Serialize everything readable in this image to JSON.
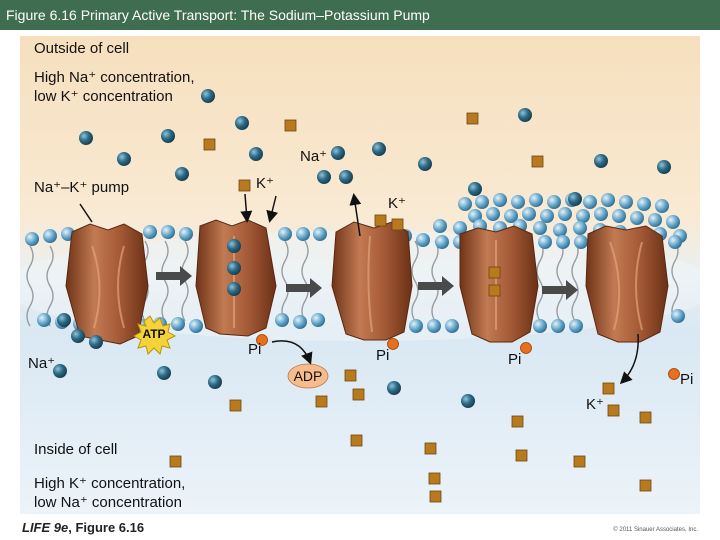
{
  "header": {
    "title": "Figure 6.16 Primary Active Transport: The Sodium–Potassium Pump"
  },
  "labels": {
    "outside_cell": "Outside of cell",
    "outside_line1": "High Na⁺ concentration,",
    "outside_line2": "low K⁺ concentration",
    "pump": "Na⁺–K⁺ pump",
    "na_top": "Na⁺",
    "k_top1": "K⁺",
    "k_top2": "K⁺",
    "atp": "ATP",
    "pi_1": "Pi",
    "adp": "ADP",
    "pi_2": "Pi",
    "pi_3": "Pi",
    "pi_4": "Pi",
    "na_bottom": "Na⁺",
    "k_bottom": "K⁺",
    "inside_cell": "Inside of cell",
    "inside_line1": "High K⁺ concentration,",
    "inside_line2": "low Na⁺ concentration"
  },
  "footer": {
    "book": "LIFE 9e",
    "figure": ", Figure 6.16",
    "copyright": "© 2011 Sinauer Associates, Inc."
  },
  "colors": {
    "title_bar": "#3f6d4f",
    "outside_fluid": "#f7e3c0",
    "inside_fluid": "#d7e8f4",
    "pump_protein": "#a45a36",
    "sodium_ion": "#2e6b86",
    "potassium_ion": "#b87a1e",
    "phosphate": "#e8701c",
    "atp_burst": "#f4d23a"
  }
}
